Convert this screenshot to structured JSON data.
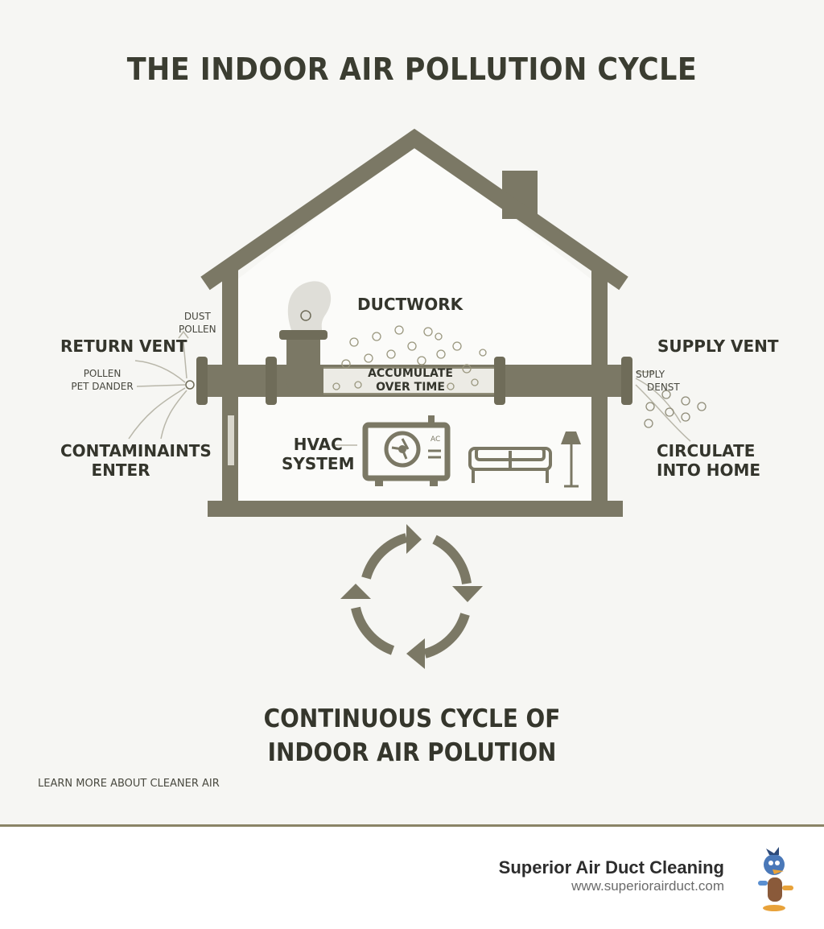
{
  "title": "THE INDOOR AIR POLLUTION CYCLE",
  "labels": {
    "ductwork": "DUCTWORK",
    "accumulate_line1": "ACCUMULATE",
    "accumulate_line2": "OVER TIME",
    "return_vent": "RETURN VENT",
    "dust": "DUST",
    "pollen_top": "POLLEN",
    "pollen_left": "POLLEN",
    "pet_dander": "PET DANDER",
    "contaminants_line1": "CONTAMINAINTS",
    "contaminants_line2": "ENTER",
    "hvac_line1": "HVAC",
    "hvac_line2": "SYSTEM",
    "ac": "AC",
    "supply_vent": "SUPPLY VENT",
    "supply_small": "SUPLY",
    "dender_small": "DENST",
    "circulate_line1": "CIRCULATE",
    "circulate_line2": "INTO HOME"
  },
  "bottom_title_line1": "CONTINUOUS CYCLE OF",
  "bottom_title_line2": "INDOOR AIR POLUTION",
  "learn_more": "LEARN MORE ABOUT CLEANER AIR",
  "footer": {
    "company": "Superior Air Duct Cleaning",
    "url": "www.superiorairduct.com"
  },
  "colors": {
    "house": "#7b7865",
    "background": "#f6f6f3",
    "text": "#34352c",
    "divider": "#8a8466"
  },
  "icons": {
    "cycle": "cycle-arrows-icon",
    "hvac": "ac-unit-icon",
    "sofa": "sofa-icon",
    "lamp": "floor-lamp-icon",
    "mascot": "mascot-logo"
  }
}
